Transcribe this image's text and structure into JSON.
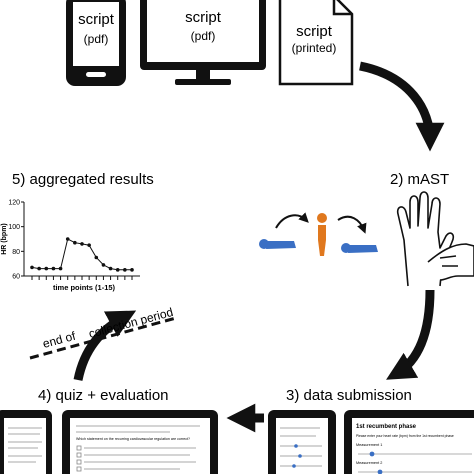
{
  "devices": {
    "phone_title": "script",
    "phone_sub": "(pdf)",
    "monitor_title": "script",
    "monitor_sub": "(pdf)",
    "paper_title": "script",
    "paper_sub": "(printed)"
  },
  "steps": {
    "step2": "2) mAST",
    "step3": "3) data submission",
    "step4": "4) quiz + evaluation",
    "step5": "5) aggregated results"
  },
  "collection": {
    "left": "end of",
    "right": "collection period"
  },
  "chart_data": {
    "type": "line",
    "title": "",
    "xlabel": "time points (1-15)",
    "ylabel": "HR (bpm)",
    "ylim": [
      60,
      120
    ],
    "yticks": [
      60,
      80,
      100,
      120
    ],
    "x": [
      1,
      2,
      3,
      4,
      5,
      6,
      7,
      8,
      9,
      10,
      11,
      12,
      13,
      14,
      15
    ],
    "values": [
      67,
      66,
      66,
      66,
      66,
      90,
      87,
      86,
      85,
      75,
      69,
      66,
      65,
      65,
      65
    ],
    "grid": false
  },
  "tablets": {
    "quiz_heading": "Which statement on the recurring cardiovascular regulation are correct?",
    "form_heading": "1st recumbent phase",
    "form_prompt": "Please enter your heart rate (bpm) from the 1st recumbent phase",
    "form_field1": "Measurement 1",
    "form_field2": "Measurement 2"
  },
  "colors": {
    "ink": "#111111",
    "figure_blue": "#3a6fc4",
    "figure_orange": "#e0781e"
  }
}
